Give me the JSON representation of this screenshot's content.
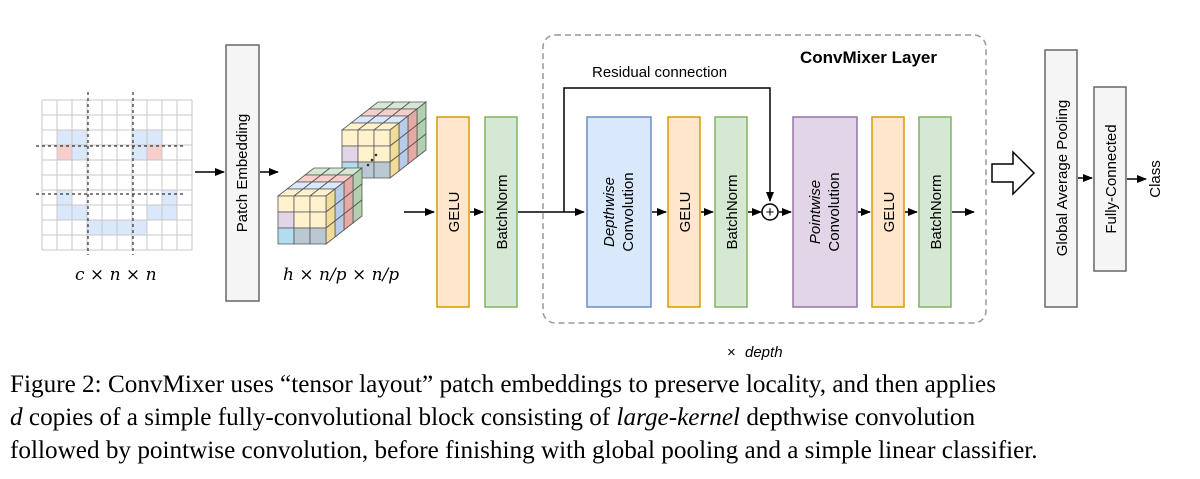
{
  "diagram": {
    "input_label": "c × n × n",
    "patch_embedding_label": "Patch Embedding",
    "tensor_label": "h × n/p × n/p",
    "gelu_label": "GELU",
    "batchnorm_label": "BatchNorm",
    "layer_title": "ConvMixer Layer",
    "residual_label": "Residual connection",
    "depthwise_word": "Depthwise",
    "pointwise_word": "Pointwise",
    "convolution_word": "Convolution",
    "plus_symbol": "+",
    "repeat_times": "×",
    "repeat_depth": "depth",
    "gap_label": "Global Average Pooling",
    "fc_label": "Fully-Connected",
    "class_label": "Class",
    "colors": {
      "gelu_fill": "#ffe6cc",
      "gelu_stroke": "#d79b00",
      "bn_fill": "#d5e8d4",
      "bn_stroke": "#82b366",
      "depthwise_fill": "#dae8fc",
      "depthwise_stroke": "#6c8ebf",
      "pointwise_fill": "#e1d5e7",
      "pointwise_stroke": "#9673a6",
      "gray_fill": "#f5f5f5",
      "gray_stroke": "#666666"
    }
  },
  "caption": {
    "l1_a": "Figure 2:  ConvMixer uses “tensor layout” patch embeddings to preserve locality, and then applies",
    "l2_a": "d",
    "l2_b": " copies of a simple fully-convolutional block consisting of ",
    "l2_c": "large-kernel",
    "l2_d": " depthwise convolution",
    "l3_a": "followed by pointwise convolution, before finishing with global pooling and a simple linear classifier."
  }
}
